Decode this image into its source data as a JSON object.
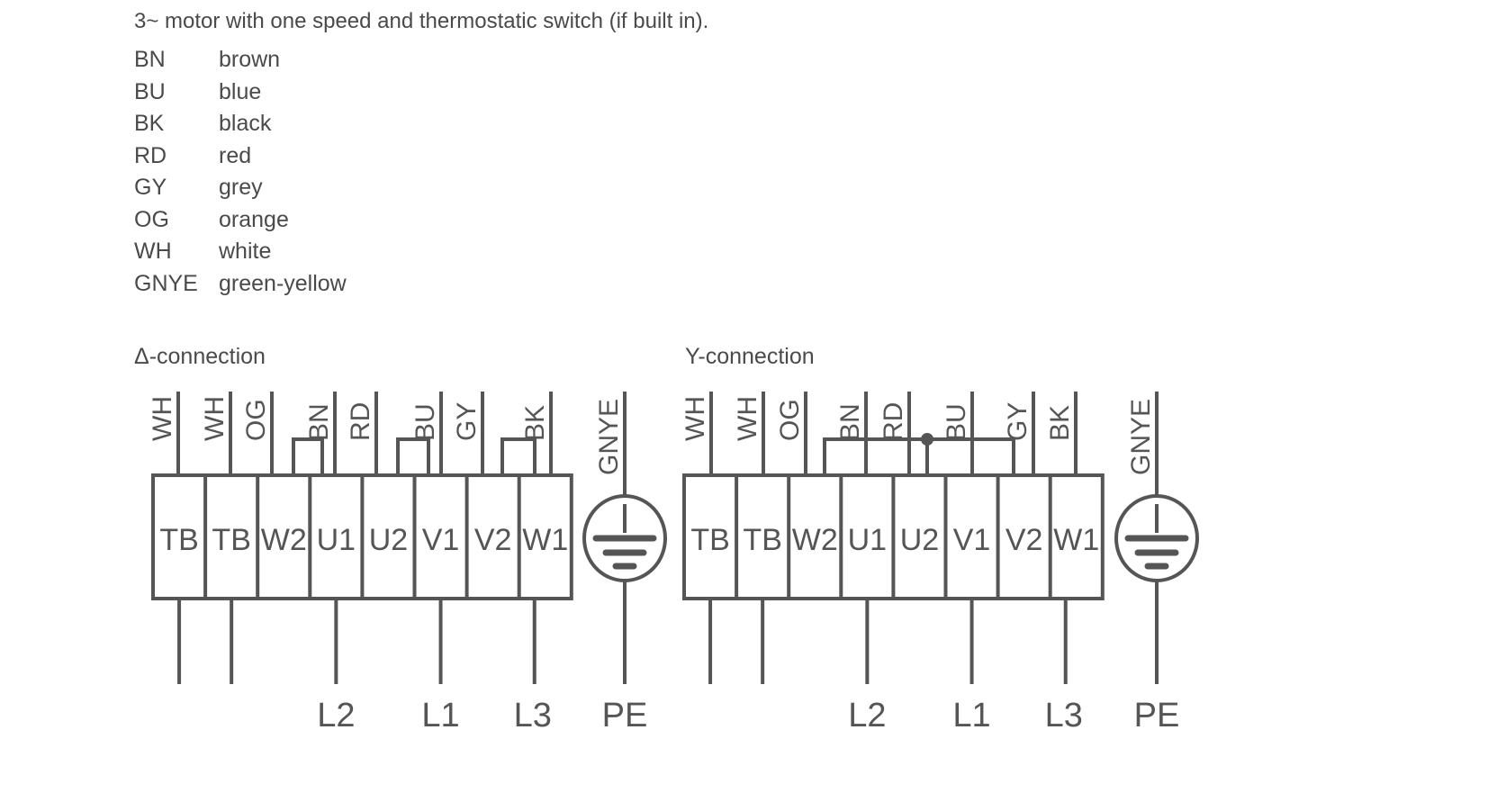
{
  "title": "3~ motor with one speed and thermostatic switch (if built in).",
  "legend": [
    {
      "code": "BN",
      "name": "brown"
    },
    {
      "code": "BU",
      "name": "blue"
    },
    {
      "code": "BK",
      "name": "black"
    },
    {
      "code": "RD",
      "name": "red"
    },
    {
      "code": "GY",
      "name": "grey"
    },
    {
      "code": "OG",
      "name": "orange"
    },
    {
      "code": "WH",
      "name": "white"
    },
    {
      "code": "GNYE",
      "name": "green-yellow"
    }
  ],
  "delta": {
    "title": "Δ-connection",
    "terminals": [
      "TB",
      "TB",
      "W2",
      "U1",
      "U2",
      "V1",
      "V2",
      "W1"
    ],
    "wires": [
      "WH",
      "WH",
      "OG",
      "BN",
      "RD",
      "BU",
      "GY",
      "BK"
    ],
    "earth_wire": "GNYE",
    "lines": [
      "L2",
      "L1",
      "L3",
      "PE"
    ]
  },
  "wye": {
    "title": "Y-connection",
    "terminals": [
      "TB",
      "TB",
      "W2",
      "U1",
      "U2",
      "V1",
      "V2",
      "W1"
    ],
    "wires": [
      "WH",
      "WH",
      "OG",
      "BN",
      "RD",
      "BU",
      "GY",
      "BK"
    ],
    "earth_wire": "GNYE",
    "lines": [
      "L2",
      "L1",
      "L3",
      "PE"
    ]
  },
  "stroke_color": "#555555"
}
